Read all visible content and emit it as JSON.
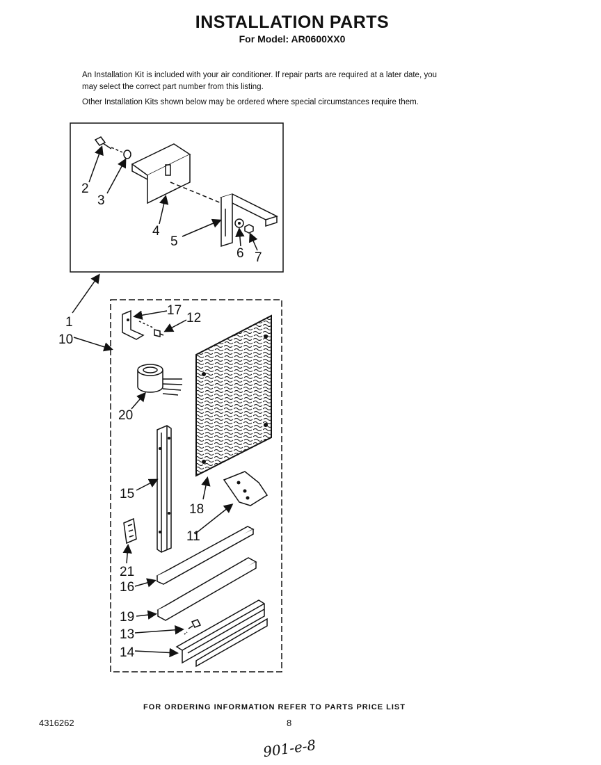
{
  "header": {
    "title": "INSTALLATION PARTS",
    "model": "For Model: AR0600XX0"
  },
  "intro": {
    "para1": "An Installation Kit is included with your air conditioner. If repair parts are required at a later date, you may select the correct part number from this listing.",
    "para2": "Other Installation Kits shown below may be ordered where special circumstances require them."
  },
  "callouts": {
    "c1": "1",
    "c2": "2",
    "c3": "3",
    "c4": "4",
    "c5": "5",
    "c6": "6",
    "c7": "7",
    "c10": "10",
    "c11": "11",
    "c12": "12",
    "c13": "13",
    "c14": "14",
    "c15": "15",
    "c16": "16",
    "c17": "17",
    "c18": "18",
    "c19": "19",
    "c20": "20",
    "c21": "21"
  },
  "footer": {
    "ordering": "FOR ORDERING INFORMATION REFER TO PARTS PRICE LIST",
    "doc_number": "4316262",
    "page": "8",
    "handwritten_note": "901-e-8"
  }
}
